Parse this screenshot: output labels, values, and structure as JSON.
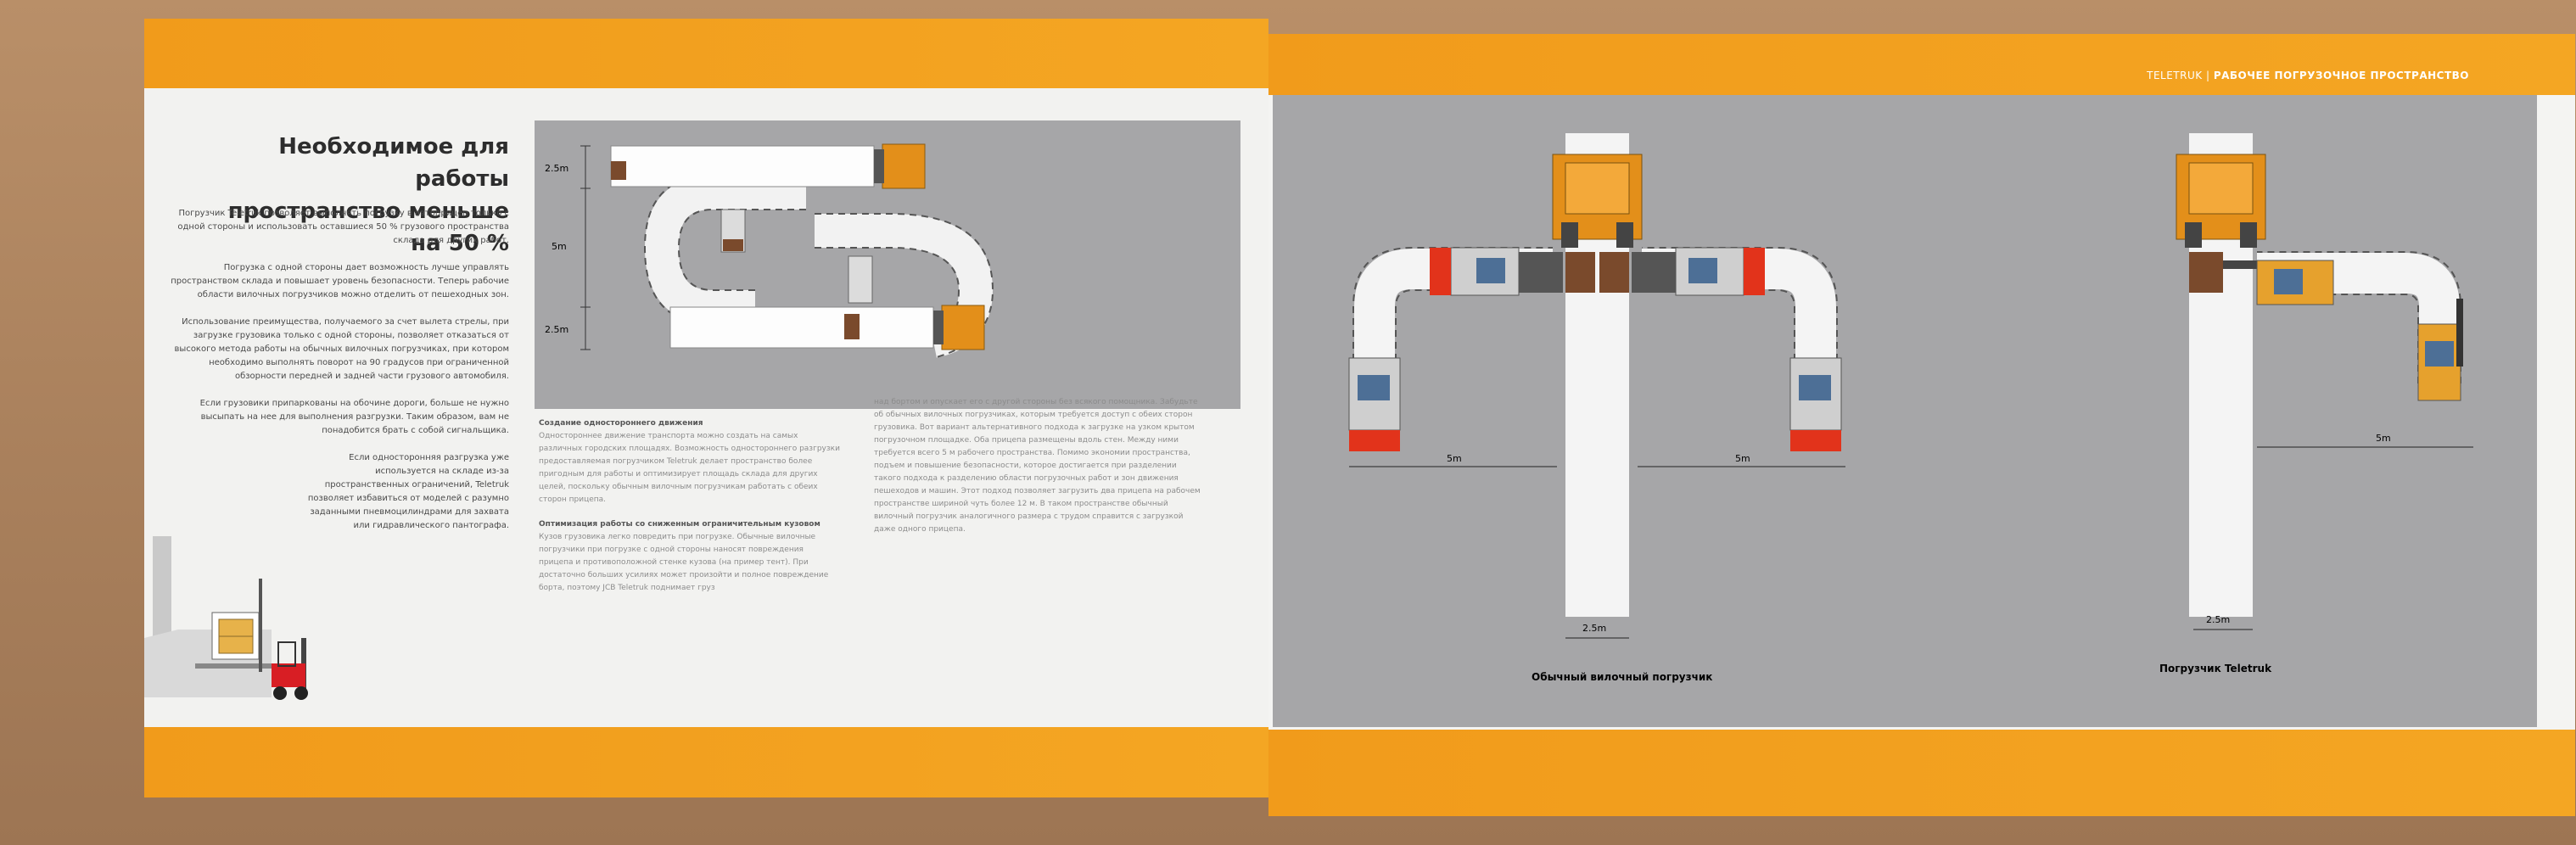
{
  "brochure": {
    "header": {
      "brand": "TELETRUK",
      "separator": "|",
      "section": "РАБОЧЕЕ ПОГРУЗОЧНОЕ ПРОСТРАНСТВО"
    },
    "headline": {
      "line1": "Необходимое для работы",
      "line2": "пространство меньше на 50 %"
    },
    "paragraphs": [
      "Погрузчик Teletruk позволяет выполнять погрузку в автоприцеп только с одной стороны и использовать оставшиеся 50 % грузового пространства склада для других работ.",
      "Погрузка с одной стороны дает возможность лучше управлять пространством склада и повышает уровень безопасности. Теперь рабочие области вилочных погрузчиков можно отделить от пешеходных зон.",
      "Использование преимущества, получаемого за счет вылета стрелы, при загрузке грузовика только с одной стороны, позволяет отказаться от высокого метода работы на обычных вилочных погрузчиках, при котором необходимо выполнять поворот на 90 градусов при ограниченной обзорности передней и задней части грузового автомобиля.",
      "Если грузовики припаркованы на обочине дороги, больше не нужно высыпать на нее для выполнения разгрузки. Таким образом, вам не понадобится брать с собой сигнальщика.",
      "Если односторонняя разгрузка уже используется на складе из-за пространственных ограничений, Teletruk позволяет избавиться от моделей с разумно заданными пневмоцилиндрами для захвата или гидравлического пантографа."
    ],
    "column2": {
      "heading1": "Создание одностороннего движения",
      "text1": "Одностороннее движение транспорта можно создать на самых различных городских площадях. Возможность одностороннего разгрузки предоставляемая погрузчиком Teletruk делает пространство более пригодным для работы и оптимизирует площадь склада для других целей, поскольку обычным вилочным погрузчикам работать с обеих сторон прицепа.",
      "heading2": "Оптимизация работы со сниженным ограничительным кузовом",
      "text2": "Кузов грузовика легко повредить при погрузке. Обычные вилочные погрузчики при погрузке с одной стороны наносят повреждения прицепа и противоположной стенке кузова (на пример тент). При достаточно больших усилиях может произойти и полное повреждение борта, поэтому JCB Teletruk поднимает груз"
    },
    "column3": {
      "text": "над бортом и опускает его с другой стороны без всякого помощника. Забудьте об обычных вилочных погрузчиках, которым требуется доступ с обеих сторон грузовика. Вот вариант альтернативного подхода к загрузке на узком крытом погрузочном площадке. Оба прицепа размещены вдоль стен. Между ними требуется всего 5 м рабочего пространства. Помимо экономии пространства, подъем и повышение безопасности, которое достигается при разделении такого подхода к разделению области погрузочных работ и зон движения пешеходов и машин. Этот подход позволяет загрузить два прицепа на рабочем пространстве шириной чуть более 12 м. В таком пространстве обычный вилочный погрузчик аналогичного размера с трудом справится с загрузкой даже одного прицепа."
    },
    "diagram_labels": {
      "d1": "2.5m",
      "d2": "5m",
      "d3": "2.5m",
      "w_left": "5m",
      "w_right": "5m",
      "w_teletruk": "5m",
      "lane_conv": "2.5m",
      "lane_tele": "2.5m"
    },
    "captions": {
      "conventional": "Обычный вилочный погрузчик",
      "teletruk": "Погрузчик Teletruk"
    },
    "colors": {
      "orange": "#f29e1f",
      "diagram_gray": "#a6a6a8",
      "lane_white": "#f4f4f4",
      "cargo_brown": "#7a4a2c",
      "cab_orange": "#e38f1a"
    }
  }
}
